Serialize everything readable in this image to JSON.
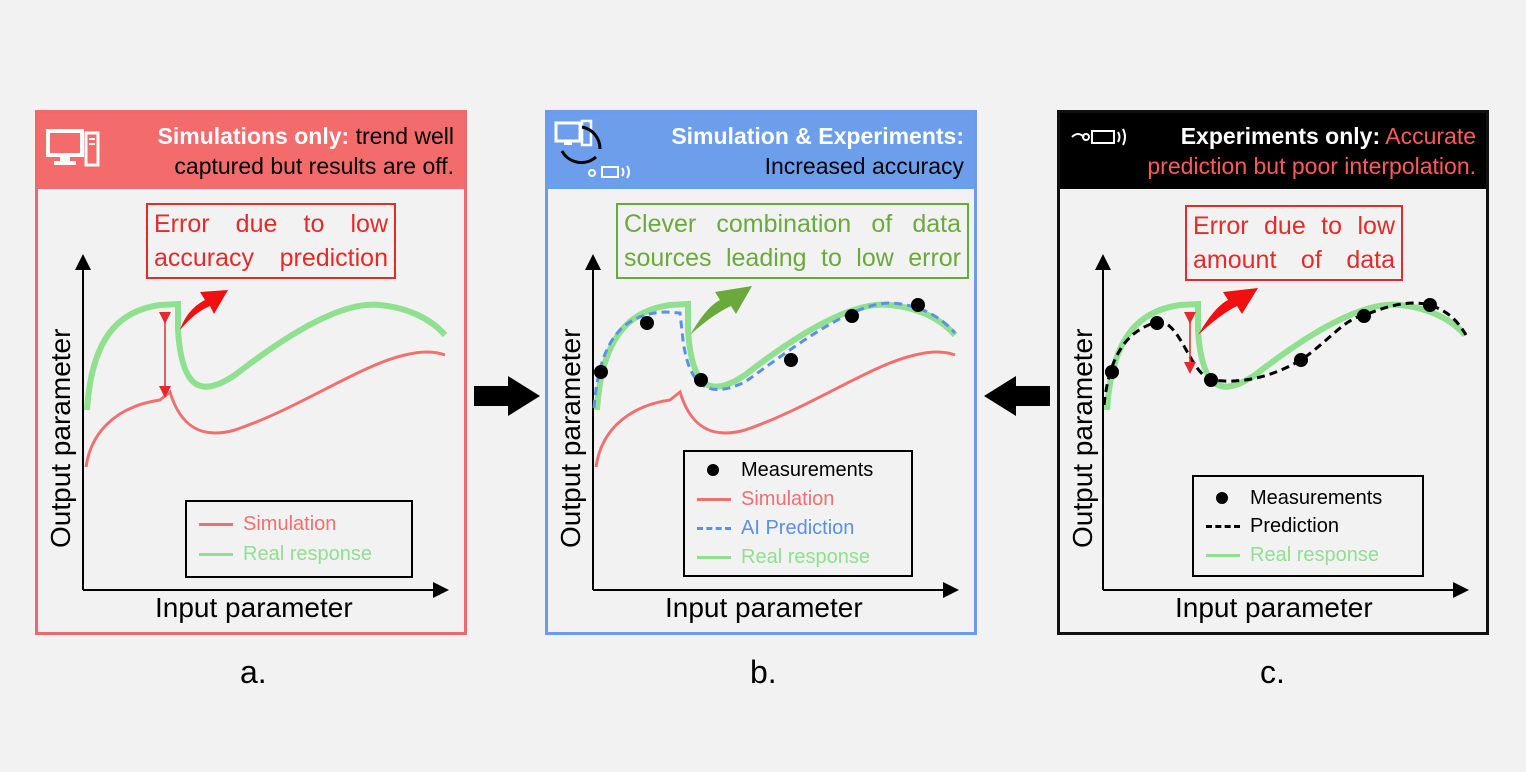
{
  "panels": {
    "a": {
      "header_bold": "Simulations only:",
      "header_rest_1": "trend well",
      "header_line2": "captured but results are off.",
      "callout_line1": "Error due to low",
      "callout_line2": "accuracy prediction",
      "ylabel": "Output parameter",
      "xlabel": "Input parameter",
      "legend": [
        "Simulation",
        "Real response"
      ],
      "label": "a."
    },
    "b": {
      "header_line1": "Simulation & Experiments:",
      "header_line2": "Increased accuracy",
      "callout_line1": "Clever combination of data",
      "callout_line2": "sources leading to low error",
      "ylabel": "Output parameter",
      "xlabel": "Input parameter",
      "legend": [
        "Measurements",
        "Simulation",
        "AI Prediction",
        "Real response"
      ],
      "label": "b."
    },
    "c": {
      "header_bold": "Experiments only:",
      "header_red_1": "Accurate",
      "header_line2": "prediction but poor interpolation.",
      "callout_line1": "Error due to low",
      "callout_line2": "amount of data",
      "ylabel": "Output parameter",
      "xlabel": "Input parameter",
      "legend": [
        "Measurements",
        "Prediction",
        "Real response"
      ],
      "label": "c."
    }
  },
  "colors": {
    "simulation": "#f07070",
    "real_response": "#8fe08f",
    "ai_prediction": "#5b8fe8",
    "error_red": "#e62a2a",
    "green_box": "#6aaa3c",
    "panel_a_border": "#f06969",
    "panel_b_border": "#6a9cea",
    "panel_c_border": "#111111"
  },
  "icons": [
    "computer-icon",
    "computer-sensor-cycle-icon",
    "sensor-icon",
    "arrow-right-icon",
    "arrow-left-icon",
    "curved-arrow-icon"
  ]
}
